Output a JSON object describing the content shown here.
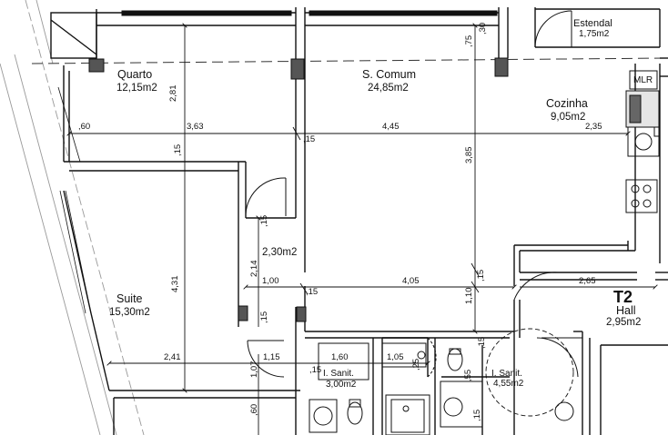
{
  "rooms": {
    "quarto": {
      "name": "Quarto",
      "area": "12,15m2"
    },
    "comum": {
      "name": "S. Comum",
      "area": "24,85m2"
    },
    "cozinha": {
      "name": "Cozinha",
      "area": "9,05m2"
    },
    "estendal": {
      "name": "Estendal",
      "area": "1,75m2"
    },
    "suite": {
      "name": "Suite",
      "area": "15,30m2"
    },
    "circ": {
      "area": "2,30m2"
    },
    "hall": {
      "name": "Hall",
      "area": "2,95m2"
    },
    "isan1": {
      "name": "I. Sanit.",
      "area": "3,00m2"
    },
    "isan2": {
      "name": "I. Sanit.",
      "area": "4,55m2"
    }
  },
  "typology": "T2",
  "appliance_label": "MLR",
  "dimensions": {
    "d_60_top": ",60",
    "d_363": "3,63",
    "d_445": "4,45",
    "d_235": "2,35",
    "d_15a": ",15",
    "d_15b": ",15",
    "d_281": "2,81",
    "d_75": ",75",
    "d_30": ",30",
    "d_385": "3,85",
    "d_431": "4,31",
    "d_15c": ",15",
    "d_214": "2,14",
    "d_100": "1,00",
    "d_15d": ",15",
    "d_405": "4,05",
    "d_15e": ",15",
    "d_265": "2,65",
    "d_110": "1,10",
    "d_15f": ",15",
    "d_241": "2,41",
    "d_115": "1,15",
    "d_15g": ",15",
    "d_160": "1,60",
    "d_105": "1,05",
    "d_25": ",25",
    "d_15h": ",15",
    "d_107": "1,07",
    "d_60_bot": ",60",
    "d_55": ",55",
    "d_15i": ",15"
  }
}
